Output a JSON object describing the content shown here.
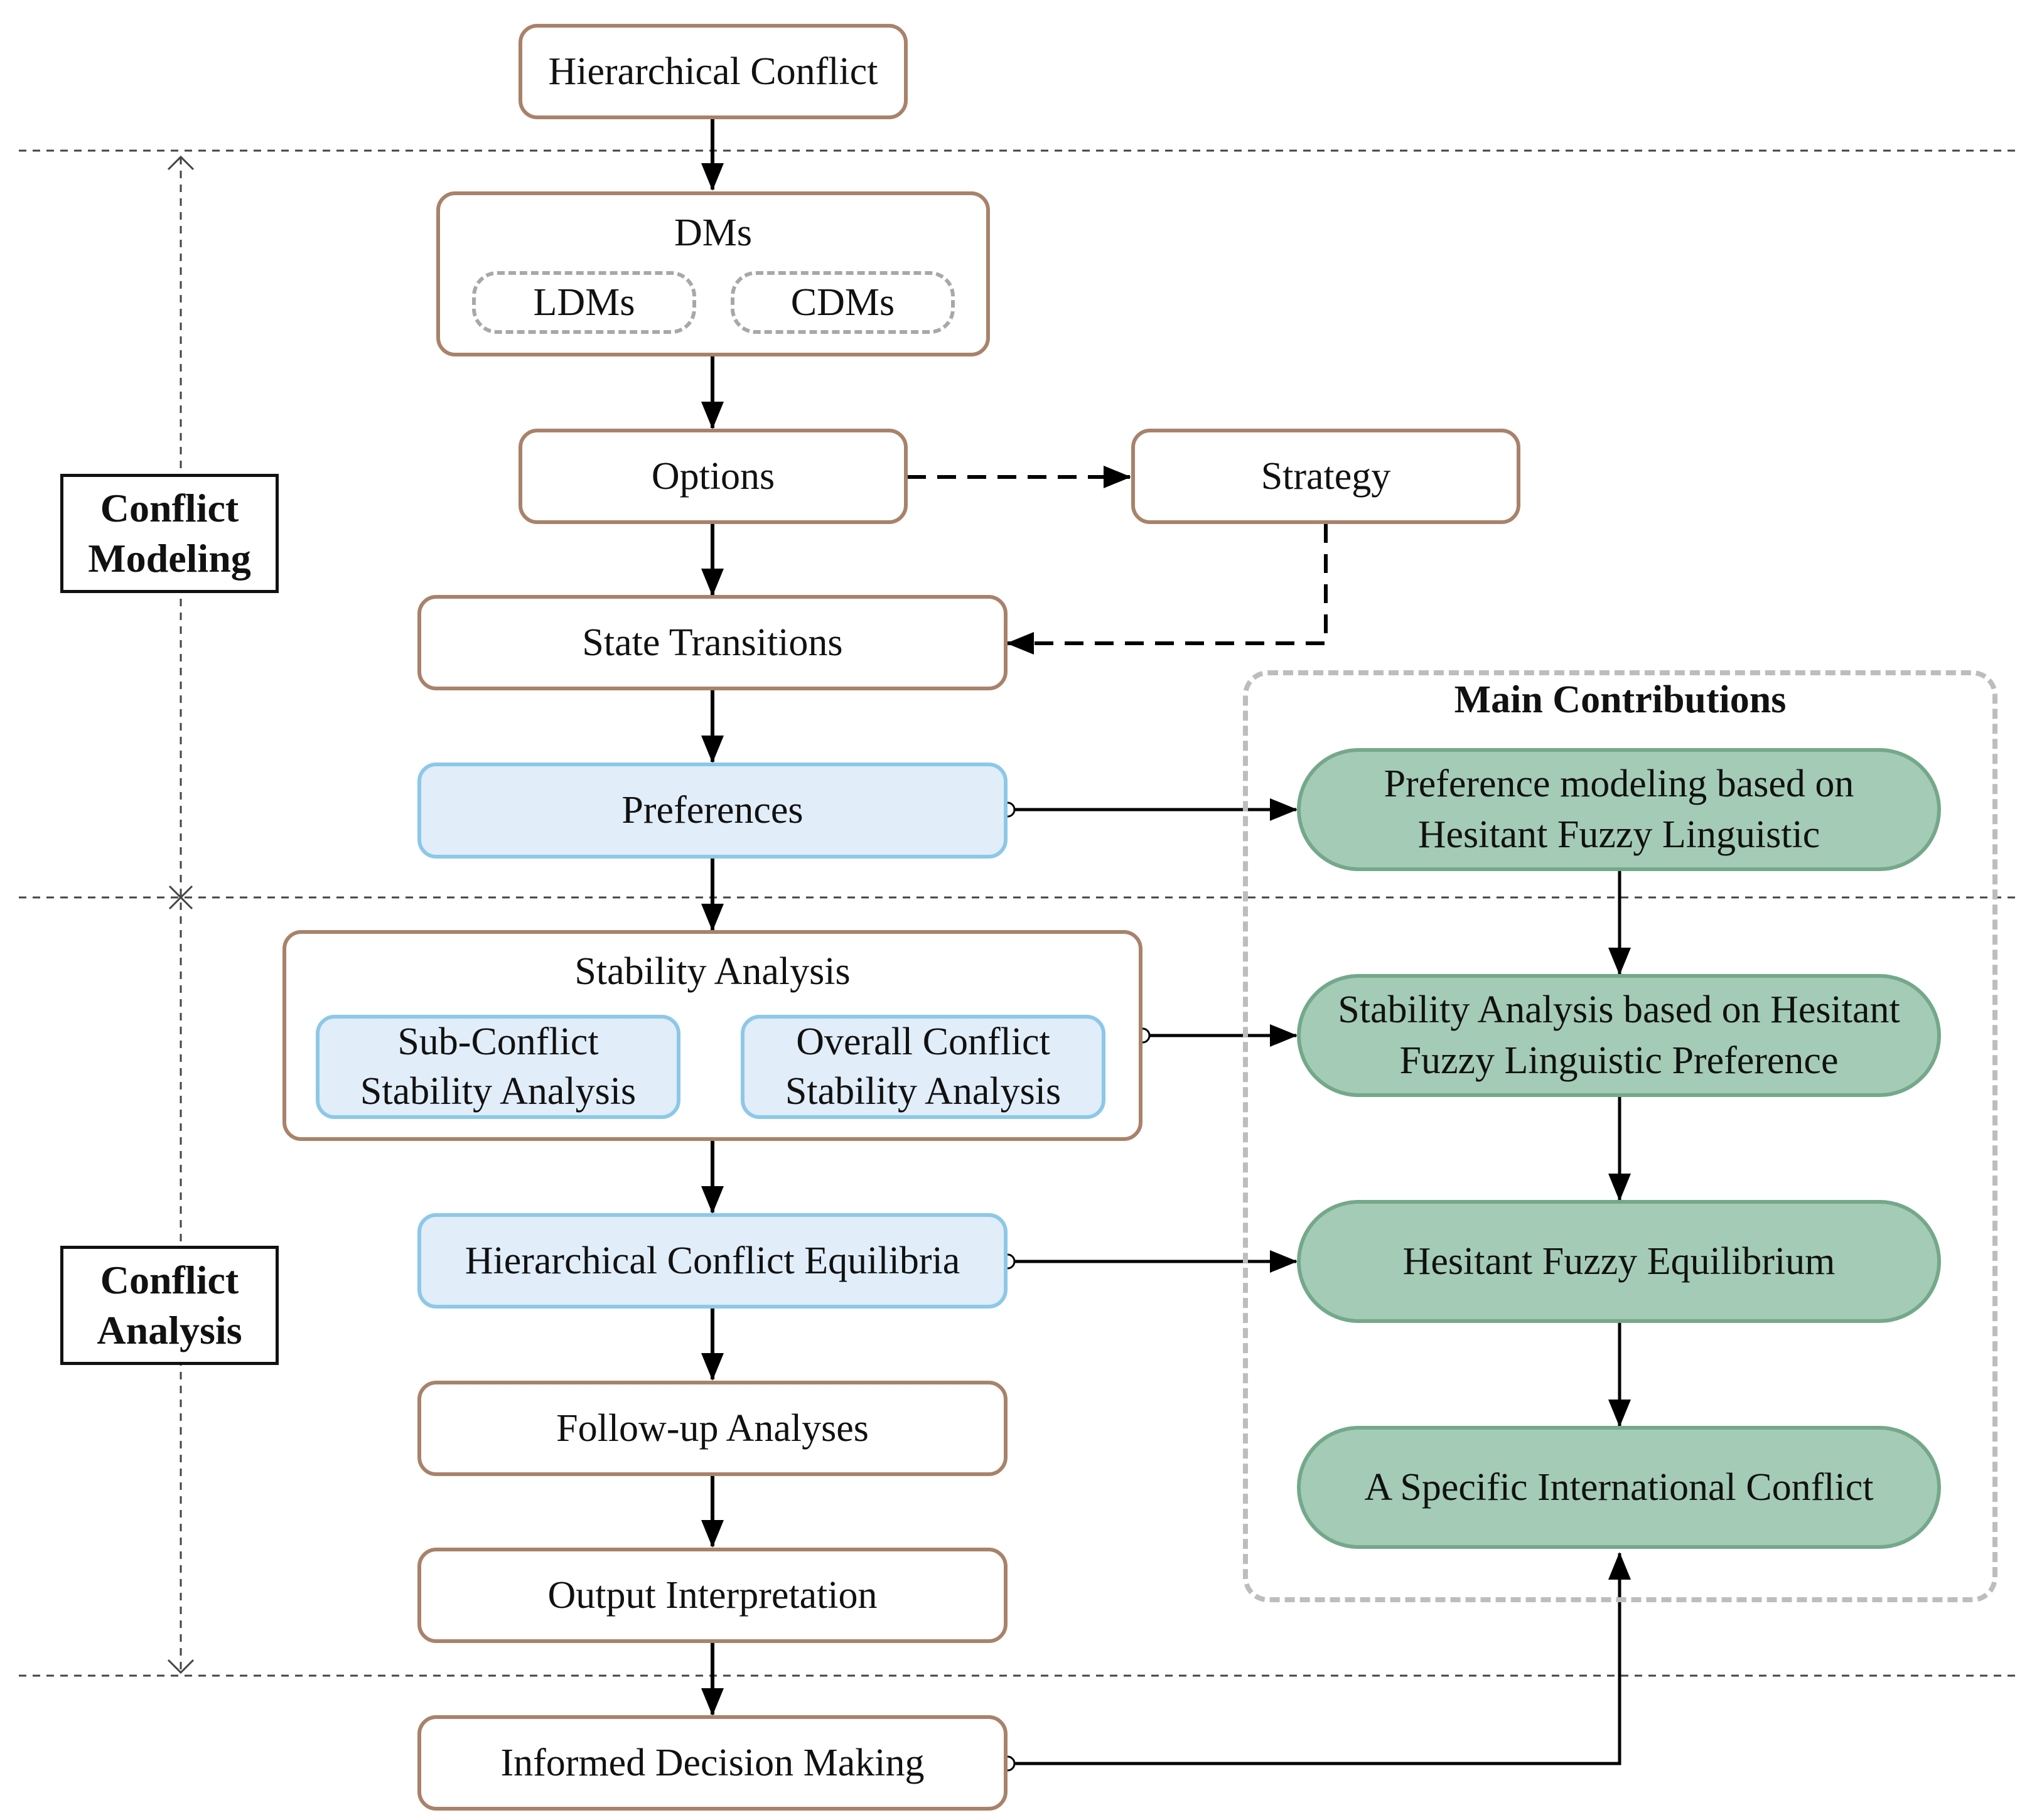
{
  "flow": {
    "hierarchical_conflict": "Hierarchical Conflict",
    "dms": "DMs",
    "ldms": "LDMs",
    "cdms": "CDMs",
    "options": "Options",
    "strategy": "Strategy",
    "state_transitions": "State Transitions",
    "preferences": "Preferences",
    "stability_analysis": "Stability Analysis",
    "sub_conflict": "Sub-Conflict\nStability Analysis",
    "overall_conflict": "Overall Conflict\nStability Analysis",
    "equilibria": "Hierarchical Conflict Equilibria",
    "follow_up": "Follow-up Analyses",
    "output_interpretation": "Output Interpretation",
    "informed_decision": "Informed Decision Making"
  },
  "phases": {
    "modeling": "Conflict\nModeling",
    "analysis": "Conflict\nAnalysis"
  },
  "contributions": {
    "title": "Main Contributions",
    "items": [
      "Preference modeling based on\nHesitant Fuzzy Linguistic",
      "Stability Analysis based on Hesitant\nFuzzy Linguistic Preference",
      "Hesitant Fuzzy Equilibrium",
      "A Specific International Conflict"
    ]
  },
  "colors": {
    "brown_border": "#a8826a",
    "blue_fill": "#e1edf9",
    "blue_border": "#8cc8e8",
    "green_fill": "#a4cbb5",
    "green_border": "#74a88a"
  }
}
